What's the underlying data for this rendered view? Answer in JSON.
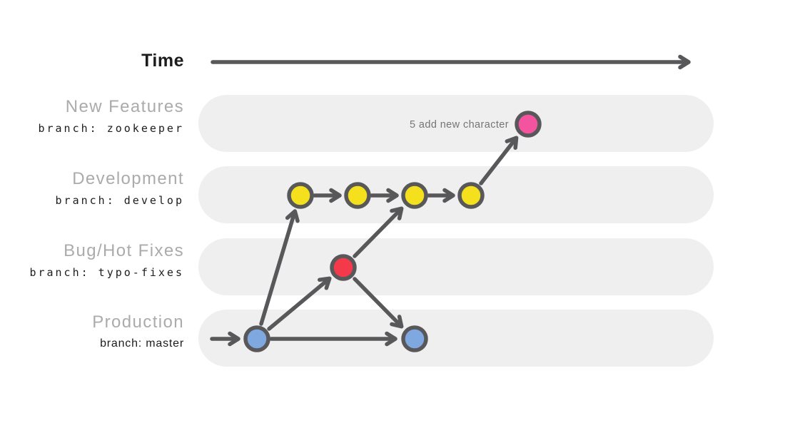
{
  "header": {
    "time_label": "Time"
  },
  "lanes": [
    {
      "title": "New Features",
      "branch": "branch: zookeeper"
    },
    {
      "title": "Development",
      "branch": "branch: develop"
    },
    {
      "title": "Bug/Hot Fixes",
      "branch": "branch: typo-fixes"
    },
    {
      "title": "Production",
      "branch": "branch: master"
    }
  ],
  "annotation": {
    "text": "5 add new character"
  },
  "colors": {
    "lane_fill": "#efefef",
    "stroke": "#58585a",
    "lane_title": "#ababab",
    "text_dark": "#1c1c1c",
    "annotation": "#757575",
    "commit_blue": "#7fa8e1",
    "commit_yellow": "#f4e01c",
    "commit_red": "#f4394b",
    "commit_pink": "#f4549f"
  },
  "diagram": {
    "type": "git-branch-flow",
    "commits": [
      {
        "id": "master-1",
        "lane": "Production",
        "color_key": "commit_blue"
      },
      {
        "id": "master-2",
        "lane": "Production",
        "color_key": "commit_blue"
      },
      {
        "id": "hotfix-1",
        "lane": "Bug/Hot Fixes",
        "color_key": "commit_red"
      },
      {
        "id": "develop-1",
        "lane": "Development",
        "color_key": "commit_yellow"
      },
      {
        "id": "develop-2",
        "lane": "Development",
        "color_key": "commit_yellow"
      },
      {
        "id": "develop-3",
        "lane": "Development",
        "color_key": "commit_yellow"
      },
      {
        "id": "develop-4",
        "lane": "Development",
        "color_key": "commit_yellow"
      },
      {
        "id": "feature-1",
        "lane": "New Features",
        "color_key": "commit_pink",
        "label": "5 add new character"
      }
    ],
    "edges": [
      {
        "from": "start",
        "to": "master-1"
      },
      {
        "from": "master-1",
        "to": "master-2"
      },
      {
        "from": "master-1",
        "to": "develop-1"
      },
      {
        "from": "master-1",
        "to": "hotfix-1"
      },
      {
        "from": "hotfix-1",
        "to": "develop-3"
      },
      {
        "from": "hotfix-1",
        "to": "master-2"
      },
      {
        "from": "develop-1",
        "to": "develop-2"
      },
      {
        "from": "develop-2",
        "to": "develop-3"
      },
      {
        "from": "develop-3",
        "to": "develop-4"
      },
      {
        "from": "develop-4",
        "to": "feature-1"
      }
    ]
  }
}
